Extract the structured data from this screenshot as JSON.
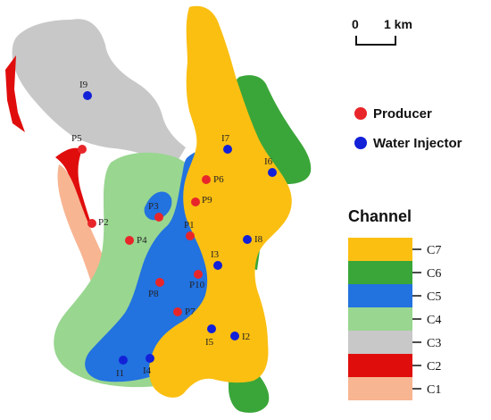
{
  "scale_bar": {
    "zero": "0",
    "distance": "1 km"
  },
  "legend": {
    "producer_label": "Producer",
    "injector_label": "Water Injector",
    "producer_color": "#e8262a",
    "injector_color": "#1220d8"
  },
  "channel_legend": {
    "title": "Channel",
    "items": [
      {
        "label": "C7",
        "color": "#fbbf12"
      },
      {
        "label": "C6",
        "color": "#3aa639"
      },
      {
        "label": "C5",
        "color": "#2272e0"
      },
      {
        "label": "C4",
        "color": "#99d690"
      },
      {
        "label": "C3",
        "color": "#c8c8c8"
      },
      {
        "label": "C2",
        "color": "#e00d0d"
      },
      {
        "label": "C1",
        "color": "#f8b592"
      }
    ]
  },
  "wells": {
    "producers": [
      "P1",
      "P2",
      "P3",
      "P4",
      "P5",
      "P6",
      "P7",
      "P8",
      "P9",
      "P10"
    ],
    "injectors": [
      "I1",
      "I2",
      "I3",
      "I4",
      "I5",
      "I6",
      "I7",
      "I8",
      "I9"
    ]
  }
}
